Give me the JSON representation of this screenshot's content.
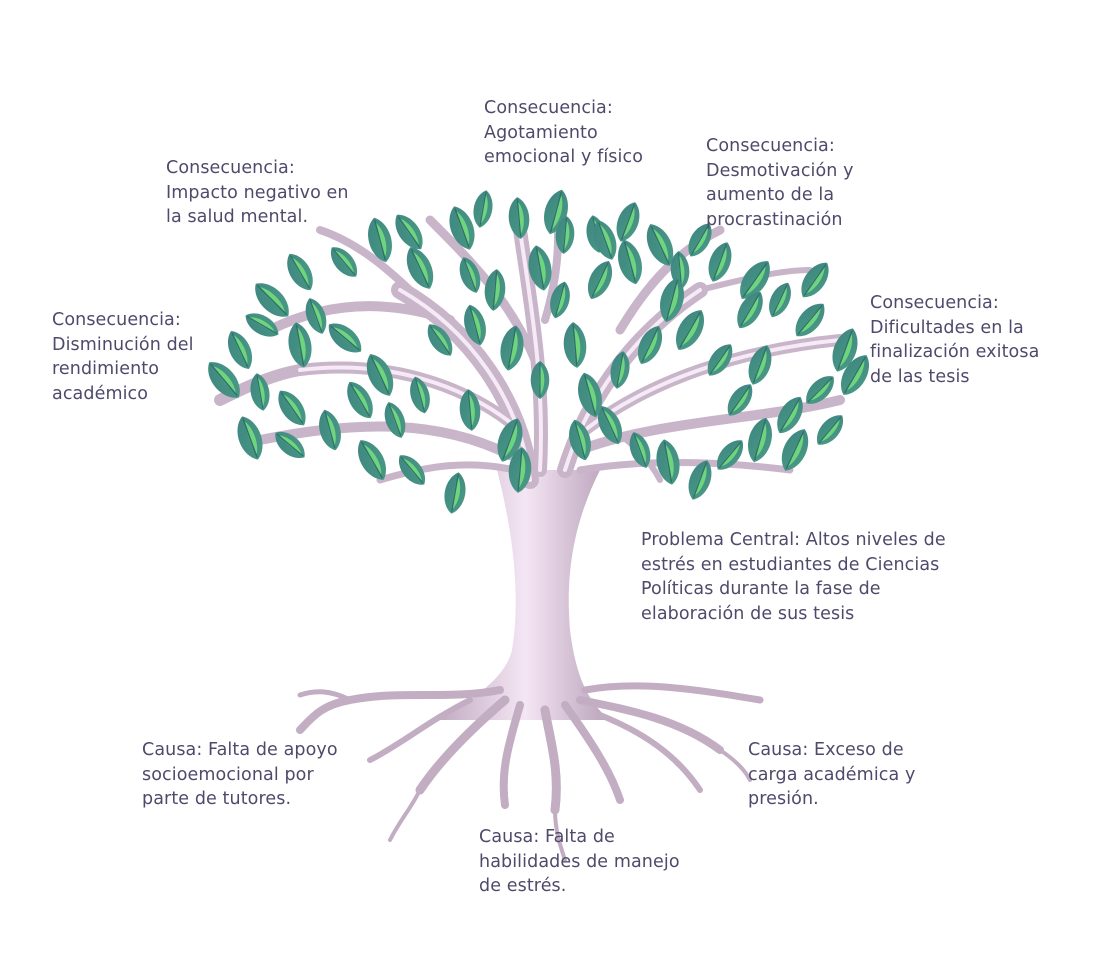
{
  "diagram": {
    "consequences": [
      {
        "id": "c1",
        "lines": [
          "Consecuencia:",
          "Agotamiento",
          "emocional y físico"
        ]
      },
      {
        "id": "c2",
        "lines": [
          "Consecuencia:",
          "Desmotivación y",
          "aumento de la",
          "procrastinación"
        ]
      },
      {
        "id": "c3",
        "lines": [
          "Consecuencia:",
          "Impacto negativo en",
          "la salud mental."
        ]
      },
      {
        "id": "c4",
        "lines": [
          "Consecuencia:",
          "Disminución del",
          "rendimiento",
          "académico"
        ]
      },
      {
        "id": "c5",
        "lines": [
          "Consecuencia:",
          "Dificultades en la",
          "finalización exitosa",
          "de las tesis"
        ]
      }
    ],
    "central_problem": {
      "lines": [
        "Problema Central: Altos niveles de",
        "estrés en estudiantes de Ciencias",
        "Políticas durante la fase de",
        "elaboración de sus tesis"
      ]
    },
    "causes": [
      {
        "id": "k1",
        "lines": [
          "Causa: Falta de apoyo",
          "socioemocional por",
          "parte de tutores."
        ]
      },
      {
        "id": "k2",
        "lines": [
          "Causa: Falta de",
          "habilidades de manejo",
          "de estrés."
        ]
      },
      {
        "id": "k3",
        "lines": [
          "Causa: Exceso de",
          "carga académica y",
          "presión."
        ]
      }
    ],
    "colors": {
      "text": "#4f4a6b",
      "trunk": "#c4b0c4",
      "trunk_highlight": "#f3e4f3",
      "leaf_dark": "#3f8a82",
      "leaf_light": "#6fd47e"
    }
  }
}
